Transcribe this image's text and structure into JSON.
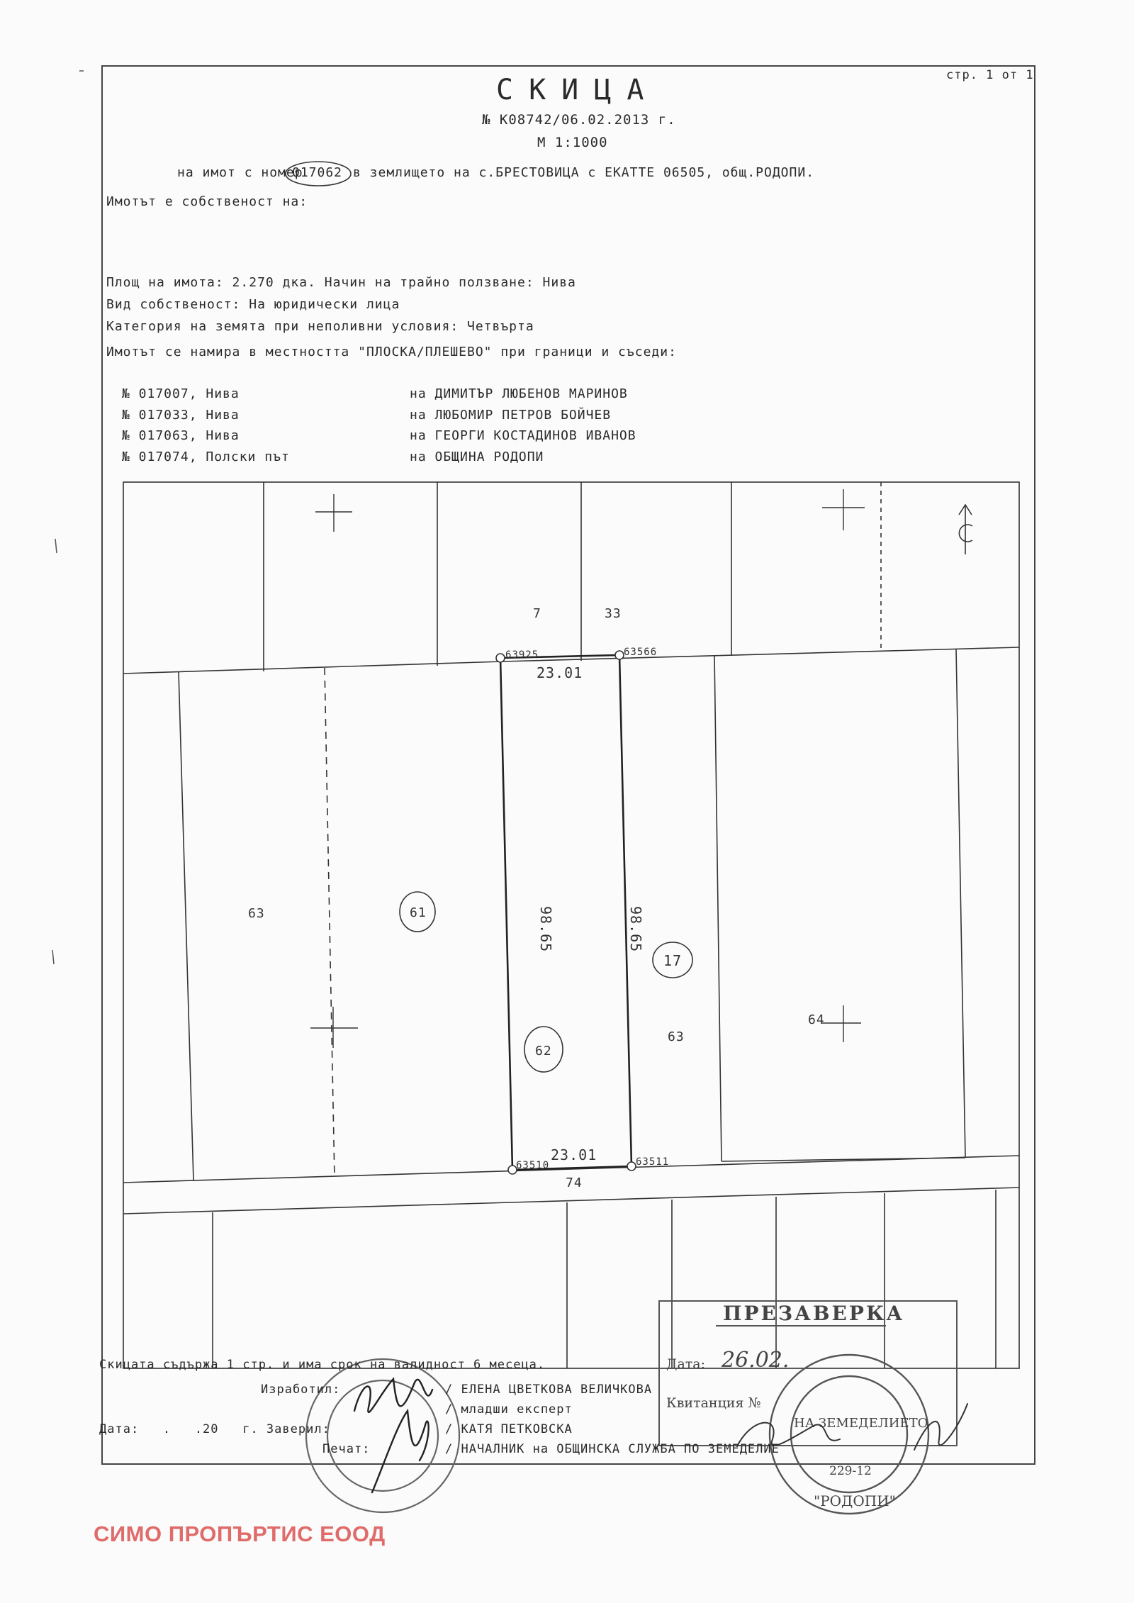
{
  "header": {
    "page_label": "стр. 1 от 1",
    "title": "СКИЦА",
    "number_line": "№ К08742/06.02.2013 г.",
    "scale": "М 1:1000",
    "property_prefix": "на имот с номер",
    "property_number": "017062",
    "property_suffix": "в землището на с.БРЕСТОВИЦА с ЕКАТТЕ 06505, общ.РОДОПИ.",
    "owner_line": "Имотът е собственост на:"
  },
  "details": {
    "area": "Площ на имота: 2.270 дка. Начин на трайно ползване: Нива",
    "ownership_type": "Вид собственост: На юридически лица",
    "category": "Категория на земята при неполивни условия: Четвърта",
    "location": "Имотът се намира в местността \"ПЛОСКА/ПЛЕШЕВО\" при граници и съседи:"
  },
  "neighbors": [
    {
      "id": "№ 017007, Нива",
      "owner": "на ДИМИТЪР ЛЮБЕНОВ МАРИНОВ"
    },
    {
      "id": "№ 017033, Нива",
      "owner": "на ЛЮБОМИР ПЕТРОВ БОЙЧЕВ"
    },
    {
      "id": "№ 017063, Нива",
      "owner": "на ГЕОРГИ КОСТАДИНОВ ИВАНОВ"
    },
    {
      "id": "№ 017074, Полски път",
      "owner": "на ОБЩИНА РОДОПИ"
    }
  ],
  "map": {
    "parcel_7": "7",
    "parcel_33": "33",
    "parcel_63_left": "63",
    "parcel_61": "61",
    "parcel_62": "62",
    "parcel_17": "17",
    "parcel_63_right": "63",
    "parcel_64": "64",
    "parcel_74": "74",
    "top_width": "23.01",
    "bottom_width": "23.01",
    "left_length": "98.65",
    "right_length": "98.65",
    "pt_top_left": "63925",
    "pt_top_right": "63566",
    "pt_bottom_left": "63510",
    "pt_bottom_right": "63511"
  },
  "footer": {
    "validity": "Скицата съдържа 1 стр. и има срок на валидност 6 месеца.",
    "prepared_by_label": "Изработил:",
    "prepared_by_name": "/ ЕЛЕНА ЦВЕТКОВА ВЕЛИЧКОВА",
    "prepared_by_role": "/ младши експерт",
    "date_line": "Дата:   .   .20   г. Заверил:",
    "verified_by_name": "/ КАТЯ ПЕТКОВСКА",
    "stamp_label": "Печат:",
    "verified_by_role": "/ НАЧАЛНИК на ОБЩИНСКА СЛУЖБА ПО ЗЕМЕДЕЛИЕ"
  },
  "stamps": {
    "reverification_title": "ПРЕЗАВЕРКА",
    "reverification_date_label": "Дата:",
    "reverification_date": "26.02.",
    "reverification_receipt": "Квитанция №",
    "round_stamp_center": "НА ЗЕМЕДЕЛИЕТО",
    "round_stamp_code": "229-12",
    "round_stamp_bottom": "\"РОДОПИ\""
  },
  "watermark": "СИМО ПРОПЪРТИС ЕООД",
  "colors": {
    "ink": "#2a2a2a",
    "stamp_ink": "#555555",
    "watermark": "#e06b6b"
  }
}
